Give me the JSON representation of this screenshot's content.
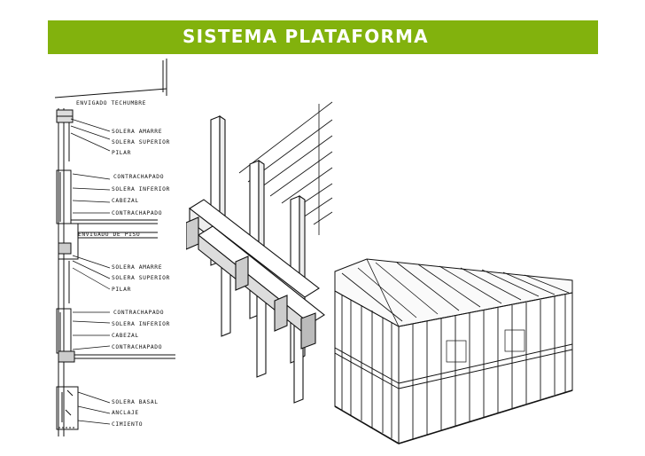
{
  "header": {
    "title": "SISTEMA PLATAFORMA"
  },
  "section_labels": [
    "ENVIGADO  TECHUMBRE",
    "SOLERA   AMARRE",
    "SOLERA   SUPERIOR",
    "PILAR",
    "CONTRACHAPADO",
    "SOLERA  INFERIOR",
    "CABEZAL",
    "CONTRACHAPADO",
    "ENVIGADO  DE  PISO",
    "SOLERA   AMARRE",
    "SOLERA   SUPERIOR",
    "PILAR",
    "CONTRACHAPADO",
    "SOLERA   INFERIOR",
    "CABEZAL",
    "CONTRACHAPADO",
    "SOLERA   BASAL",
    "ANCLAJE",
    "CIMIENTO"
  ],
  "colors": {
    "accent": "#82b20d",
    "title_text": "#ffffff",
    "ink": "#111111"
  }
}
